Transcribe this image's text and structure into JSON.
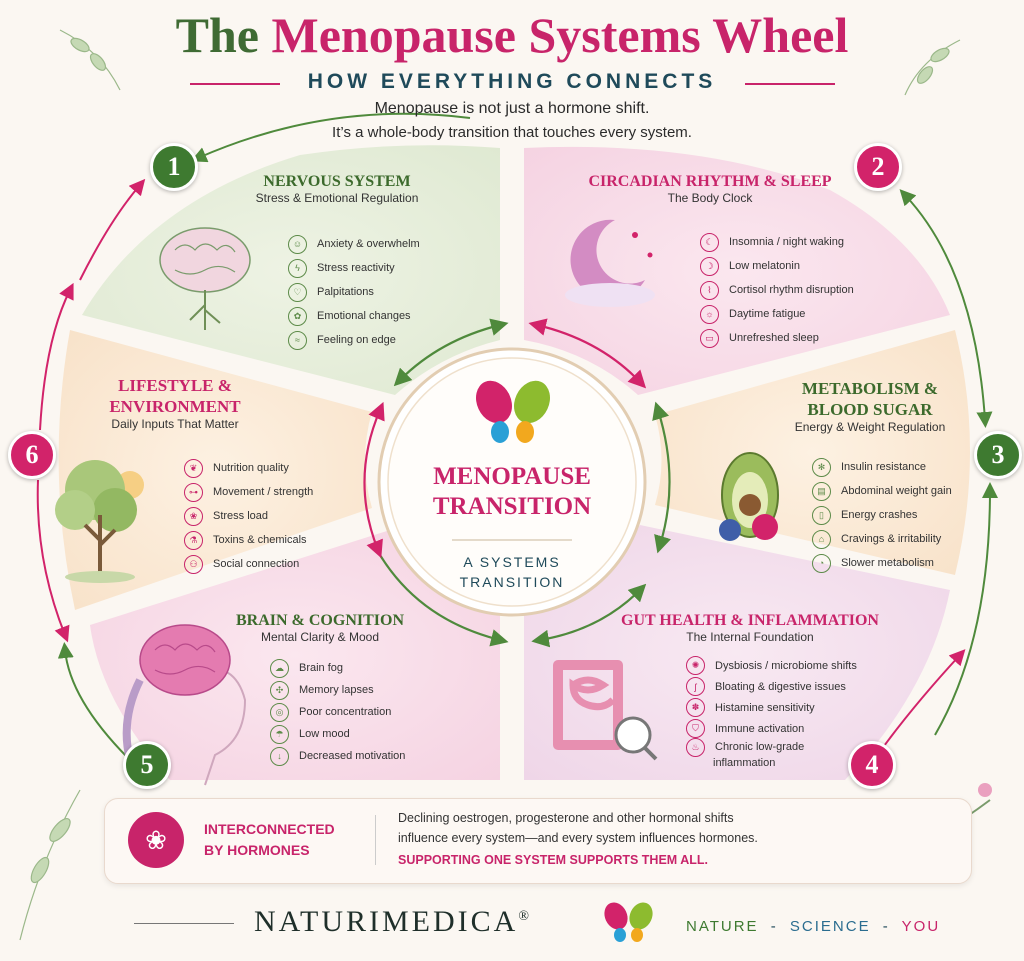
{
  "header": {
    "title_part1": "The",
    "title_part2": "Menopause Systems Wheel",
    "subtitle": "HOW EVERYTHING CONNECTS",
    "intro_line1": "Menopause is not just a hormone shift.",
    "intro_line2": "It’s a whole-body transition that touches every system."
  },
  "center": {
    "title_line1": "MENOPAUSE",
    "title_line2": "TRANSITION",
    "sub_line1": "A SYSTEMS",
    "sub_line2": "TRANSITION"
  },
  "sections": [
    {
      "number": "1",
      "title": "NERVOUS SYSTEM",
      "subtitle": "Stress & Emotional Regulation",
      "items": [
        "Anxiety & overwhelm",
        "Stress reactivity",
        "Palpitations",
        "Emotional changes",
        "Feeling on edge"
      ]
    },
    {
      "number": "2",
      "title": "CIRCADIAN RHYTHM & SLEEP",
      "subtitle": "The Body Clock",
      "items": [
        "Insomnia / night waking",
        "Low melatonin",
        "Cortisol rhythm disruption",
        "Daytime fatigue",
        "Unrefreshed sleep"
      ]
    },
    {
      "number": "3",
      "title_line1": "METABOLISM &",
      "title_line2": "BLOOD SUGAR",
      "subtitle": "Energy & Weight Regulation",
      "items": [
        "Insulin resistance",
        "Abdominal weight gain",
        "Energy crashes",
        "Cravings & irritability",
        "Slower metabolism"
      ]
    },
    {
      "number": "4",
      "title": "GUT HEALTH & INFLAMMATION",
      "subtitle": "The Internal Foundation",
      "items": [
        "Dysbiosis / microbiome shifts",
        "Bloating & digestive issues",
        "Histamine sensitivity",
        "Immune activation",
        "Chronic low-grade",
        "inflammation"
      ]
    },
    {
      "number": "5",
      "title": "BRAIN & COGNITION",
      "subtitle": "Mental Clarity & Mood",
      "items": [
        "Brain fog",
        "Memory lapses",
        "Poor concentration",
        "Low mood",
        "Decreased motivation"
      ]
    },
    {
      "number": "6",
      "title_line1": "LIFESTYLE &",
      "title_line2": "ENVIRONMENT",
      "subtitle": "Daily Inputs That Matter",
      "items": [
        "Nutrition quality",
        "Movement / strength",
        "Stress load",
        "Toxins & chemicals",
        "Social connection"
      ]
    }
  ],
  "banner": {
    "title_line1": "INTERCONNECTED",
    "title_line2": "BY HORMONES",
    "line1": "Declining oestrogen, progesterone and other hormonal shifts",
    "line2": "influence every system—and every system influences hormones.",
    "line3": "SUPPORTING ONE SYSTEM SUPPORTS THEM ALL."
  },
  "footer": {
    "brand": "NATURIMEDICA",
    "registered": "®",
    "tag1": "NATURE",
    "sep": "-",
    "tag2": "SCIENCE",
    "tag3": "YOU"
  },
  "colors": {
    "green": "#3e7a30",
    "pink": "#d2236a",
    "navy": "#1f4a5a"
  }
}
